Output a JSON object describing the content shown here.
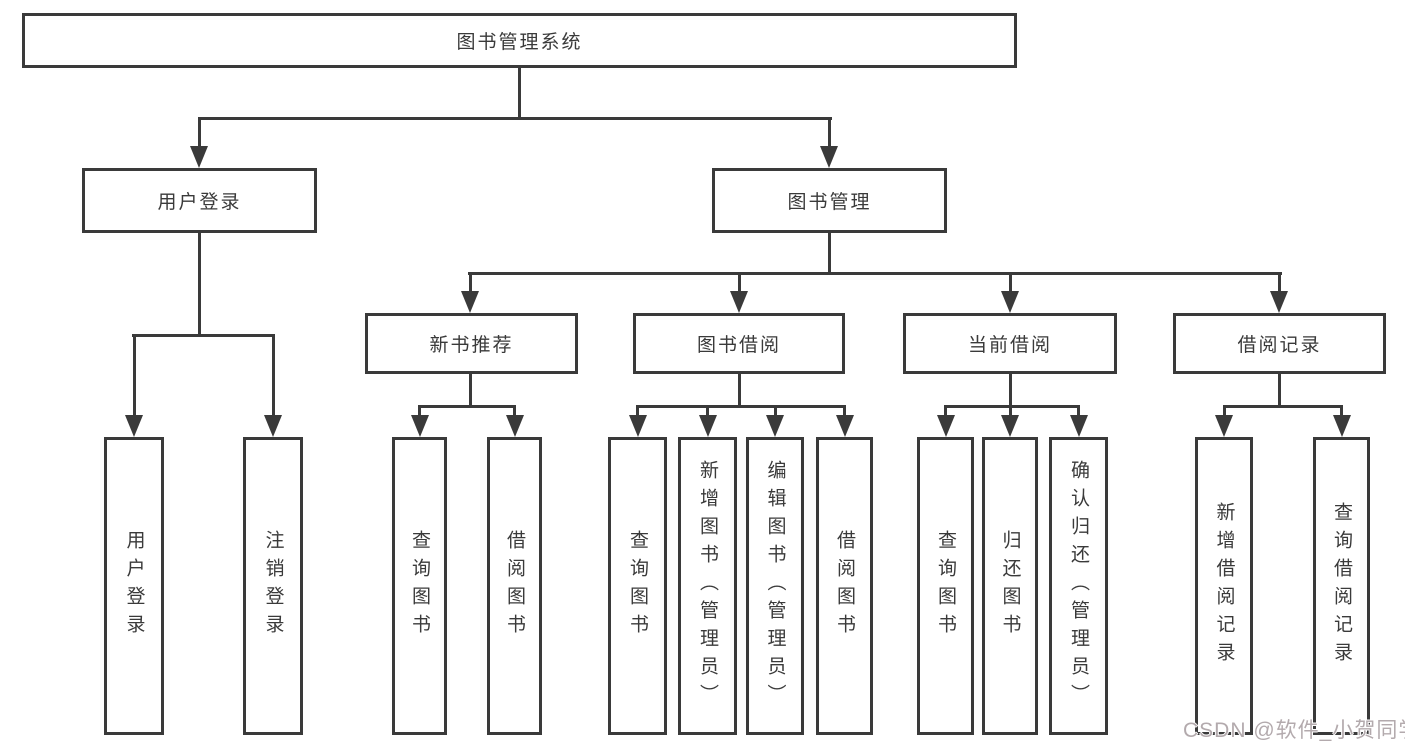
{
  "diagram": {
    "type": "hierarchy-tree",
    "colors": {
      "line": "#3a3a3a",
      "text": "#3a3a3a",
      "box_background": "#ffffff",
      "watermark": "#b3aaad"
    },
    "tree": {
      "label": "图书管理系统",
      "children": [
        {
          "label": "用户登录",
          "children": [
            {
              "label": "用户登录"
            },
            {
              "label": "注销登录"
            }
          ]
        },
        {
          "label": "图书管理",
          "children": [
            {
              "label": "新书推荐",
              "children": [
                {
                  "label": "查询图书"
                },
                {
                  "label": "借阅图书"
                }
              ]
            },
            {
              "label": "图书借阅",
              "children": [
                {
                  "label": "查询图书"
                },
                {
                  "label": "新增图书（管理员）"
                },
                {
                  "label": "编辑图书（管理员）"
                },
                {
                  "label": "借阅图书"
                }
              ]
            },
            {
              "label": "当前借阅",
              "children": [
                {
                  "label": "查询图书"
                },
                {
                  "label": "归还图书"
                },
                {
                  "label": "确认归还（管理员）"
                }
              ]
            },
            {
              "label": "借阅记录",
              "children": [
                {
                  "label": "新增借阅记录"
                },
                {
                  "label": "查询借阅记录"
                }
              ]
            }
          ]
        }
      ]
    }
  },
  "watermark": {
    "text": "CSDN @软件_小贺同学"
  }
}
